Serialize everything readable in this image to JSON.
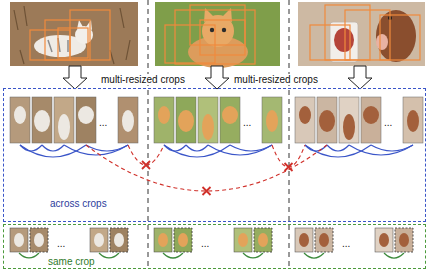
{
  "diagram": {
    "nodes": [
      {
        "text": [
          "across crops"
        ]
      },
      {
        "text": [
          "same crop"
        ]
      }
    ],
    "labels": [
      "multi-resized crops",
      "multi-resized crops",
      "...",
      "...",
      "...",
      "...",
      "...",
      "..."
    ]
  }
}
